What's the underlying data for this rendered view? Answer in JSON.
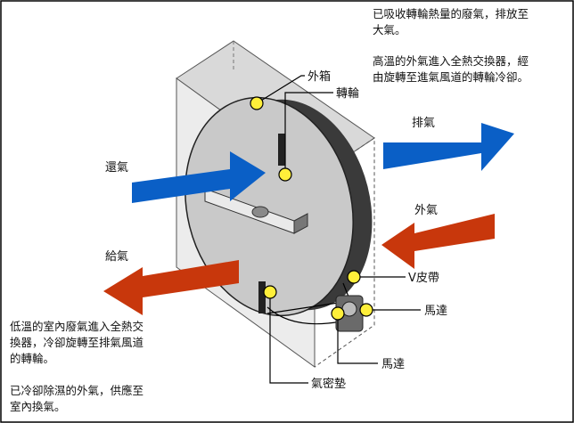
{
  "notes": {
    "top_right": [
      "已吸收轉輪熱量的廢氣，排放至",
      "大氣。",
      "",
      "高溫的外氣進入全熱交換器，經",
      "由旋轉至進氣風道的轉輪冷卻。"
    ],
    "bottom_left": [
      "低溫的室內廢氣進入全熱交",
      "換器，冷卻旋轉至排氣風道",
      "的轉輪。",
      "",
      "已冷卻除濕的外氣，供應至",
      "室內換氣。"
    ]
  },
  "labels": {
    "casing": "外箱",
    "wheel": "轉輪",
    "exhaust": "排氣",
    "return_air": "還氣",
    "outside_air": "外氣",
    "supply_air": "給氣",
    "v_belt": "V皮帶",
    "motor_right": "馬達",
    "motor_bottom": "馬達",
    "air_seal": "氣密墊"
  },
  "colors": {
    "blue_arrow": "#0a5fc6",
    "red_arrow": "#c8370c",
    "marker": "#ffef3a",
    "casing_face": "#e9e9e9",
    "wheel_face": "#c9c9c9",
    "wheel_rim": "#3a3a3a"
  }
}
